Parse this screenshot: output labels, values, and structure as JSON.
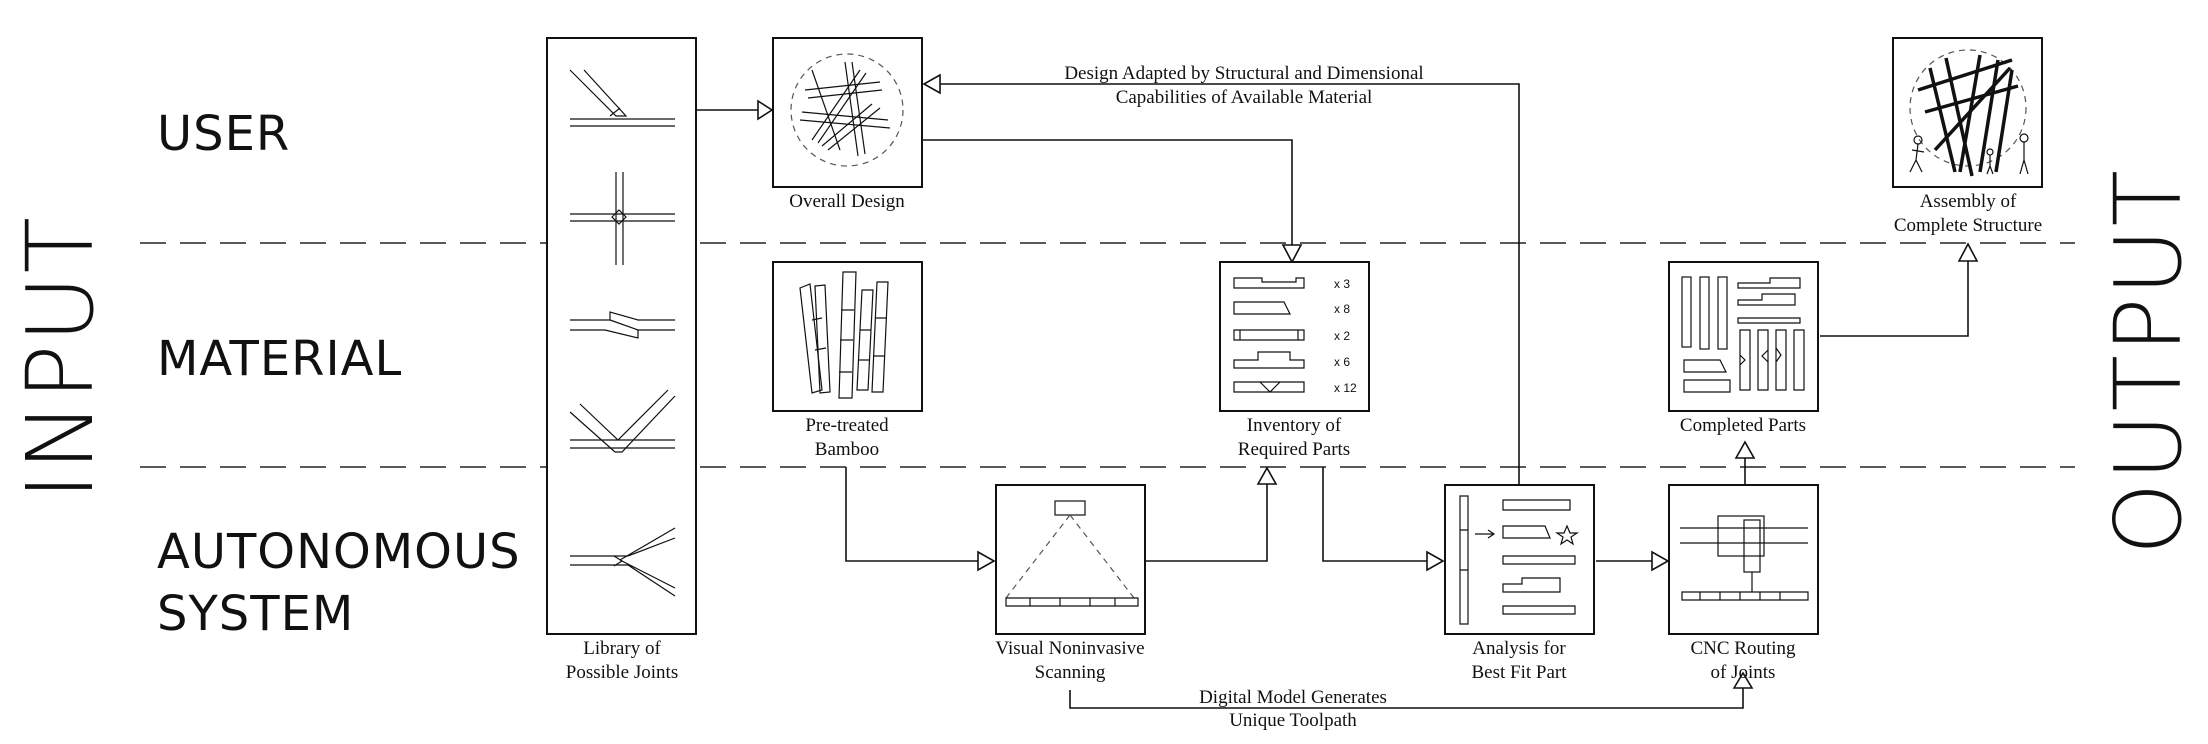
{
  "side_labels": {
    "input": "INPUT",
    "output": "OUTPUT"
  },
  "rows": {
    "user": "USER",
    "material": "MATERIAL",
    "autonomous_1": "AUTONOMOUS",
    "autonomous_2": "SYSTEM"
  },
  "nodes": {
    "library": [
      "Library of",
      "Possible Joints"
    ],
    "overall_design": [
      "Overall Design"
    ],
    "bamboo": [
      "Pre-treated",
      "Bamboo"
    ],
    "inventory": [
      "Inventory of",
      "Required Parts"
    ],
    "scanning": [
      "Visual Noninvasive",
      "Scanning"
    ],
    "analysis": [
      "Analysis for",
      "Best Fit Part"
    ],
    "cnc": [
      "CNC Routing",
      "of Joints"
    ],
    "completed": [
      "Completed Parts"
    ],
    "assembly": [
      "Assembly of",
      "Complete Structure"
    ]
  },
  "inventory_quantities": [
    "x 3",
    "x 8",
    "x 2",
    "x 6",
    "x 12"
  ],
  "edge_labels": {
    "feedback": [
      "Design Adapted by Structural and Dimensional",
      "Capabilities of Available Material"
    ],
    "toolpath": [
      "Digital Model Generates",
      "Unique Toolpath"
    ]
  }
}
